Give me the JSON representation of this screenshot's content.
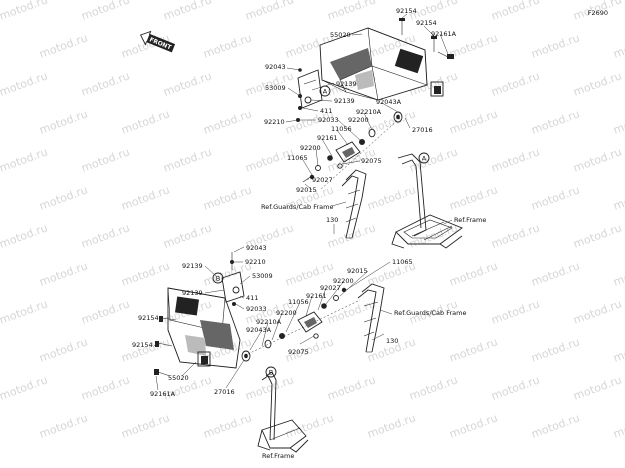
{
  "diagram_code": "F2690",
  "front_label": "FRONT",
  "watermark_text": "motod.ru",
  "callouts": {
    "circle_a": "A",
    "circle_b": "B"
  },
  "upper_labels": [
    "92154",
    "92154",
    "55020",
    "92161A",
    "92043",
    "92139",
    "53009",
    "92139",
    "411",
    "92210",
    "92033",
    "92043A",
    "92210A",
    "92200",
    "11056",
    "27016",
    "92161",
    "92200",
    "11065",
    "92075",
    "92027",
    "92015",
    "Ref.Guards/Cab Frame",
    "130",
    "Ref.Frame"
  ],
  "lower_labels": [
    "92043",
    "92210",
    "92139",
    "53009",
    "92139",
    "411",
    "92033",
    "11065",
    "92015",
    "92200",
    "92027",
    "92161",
    "11056",
    "92200",
    "92210A",
    "92043A",
    "92154",
    "92154",
    "55020",
    "92161A",
    "27016",
    "92075",
    "Ref.Guards/Cab Frame",
    "130",
    "Ref.Frame"
  ]
}
